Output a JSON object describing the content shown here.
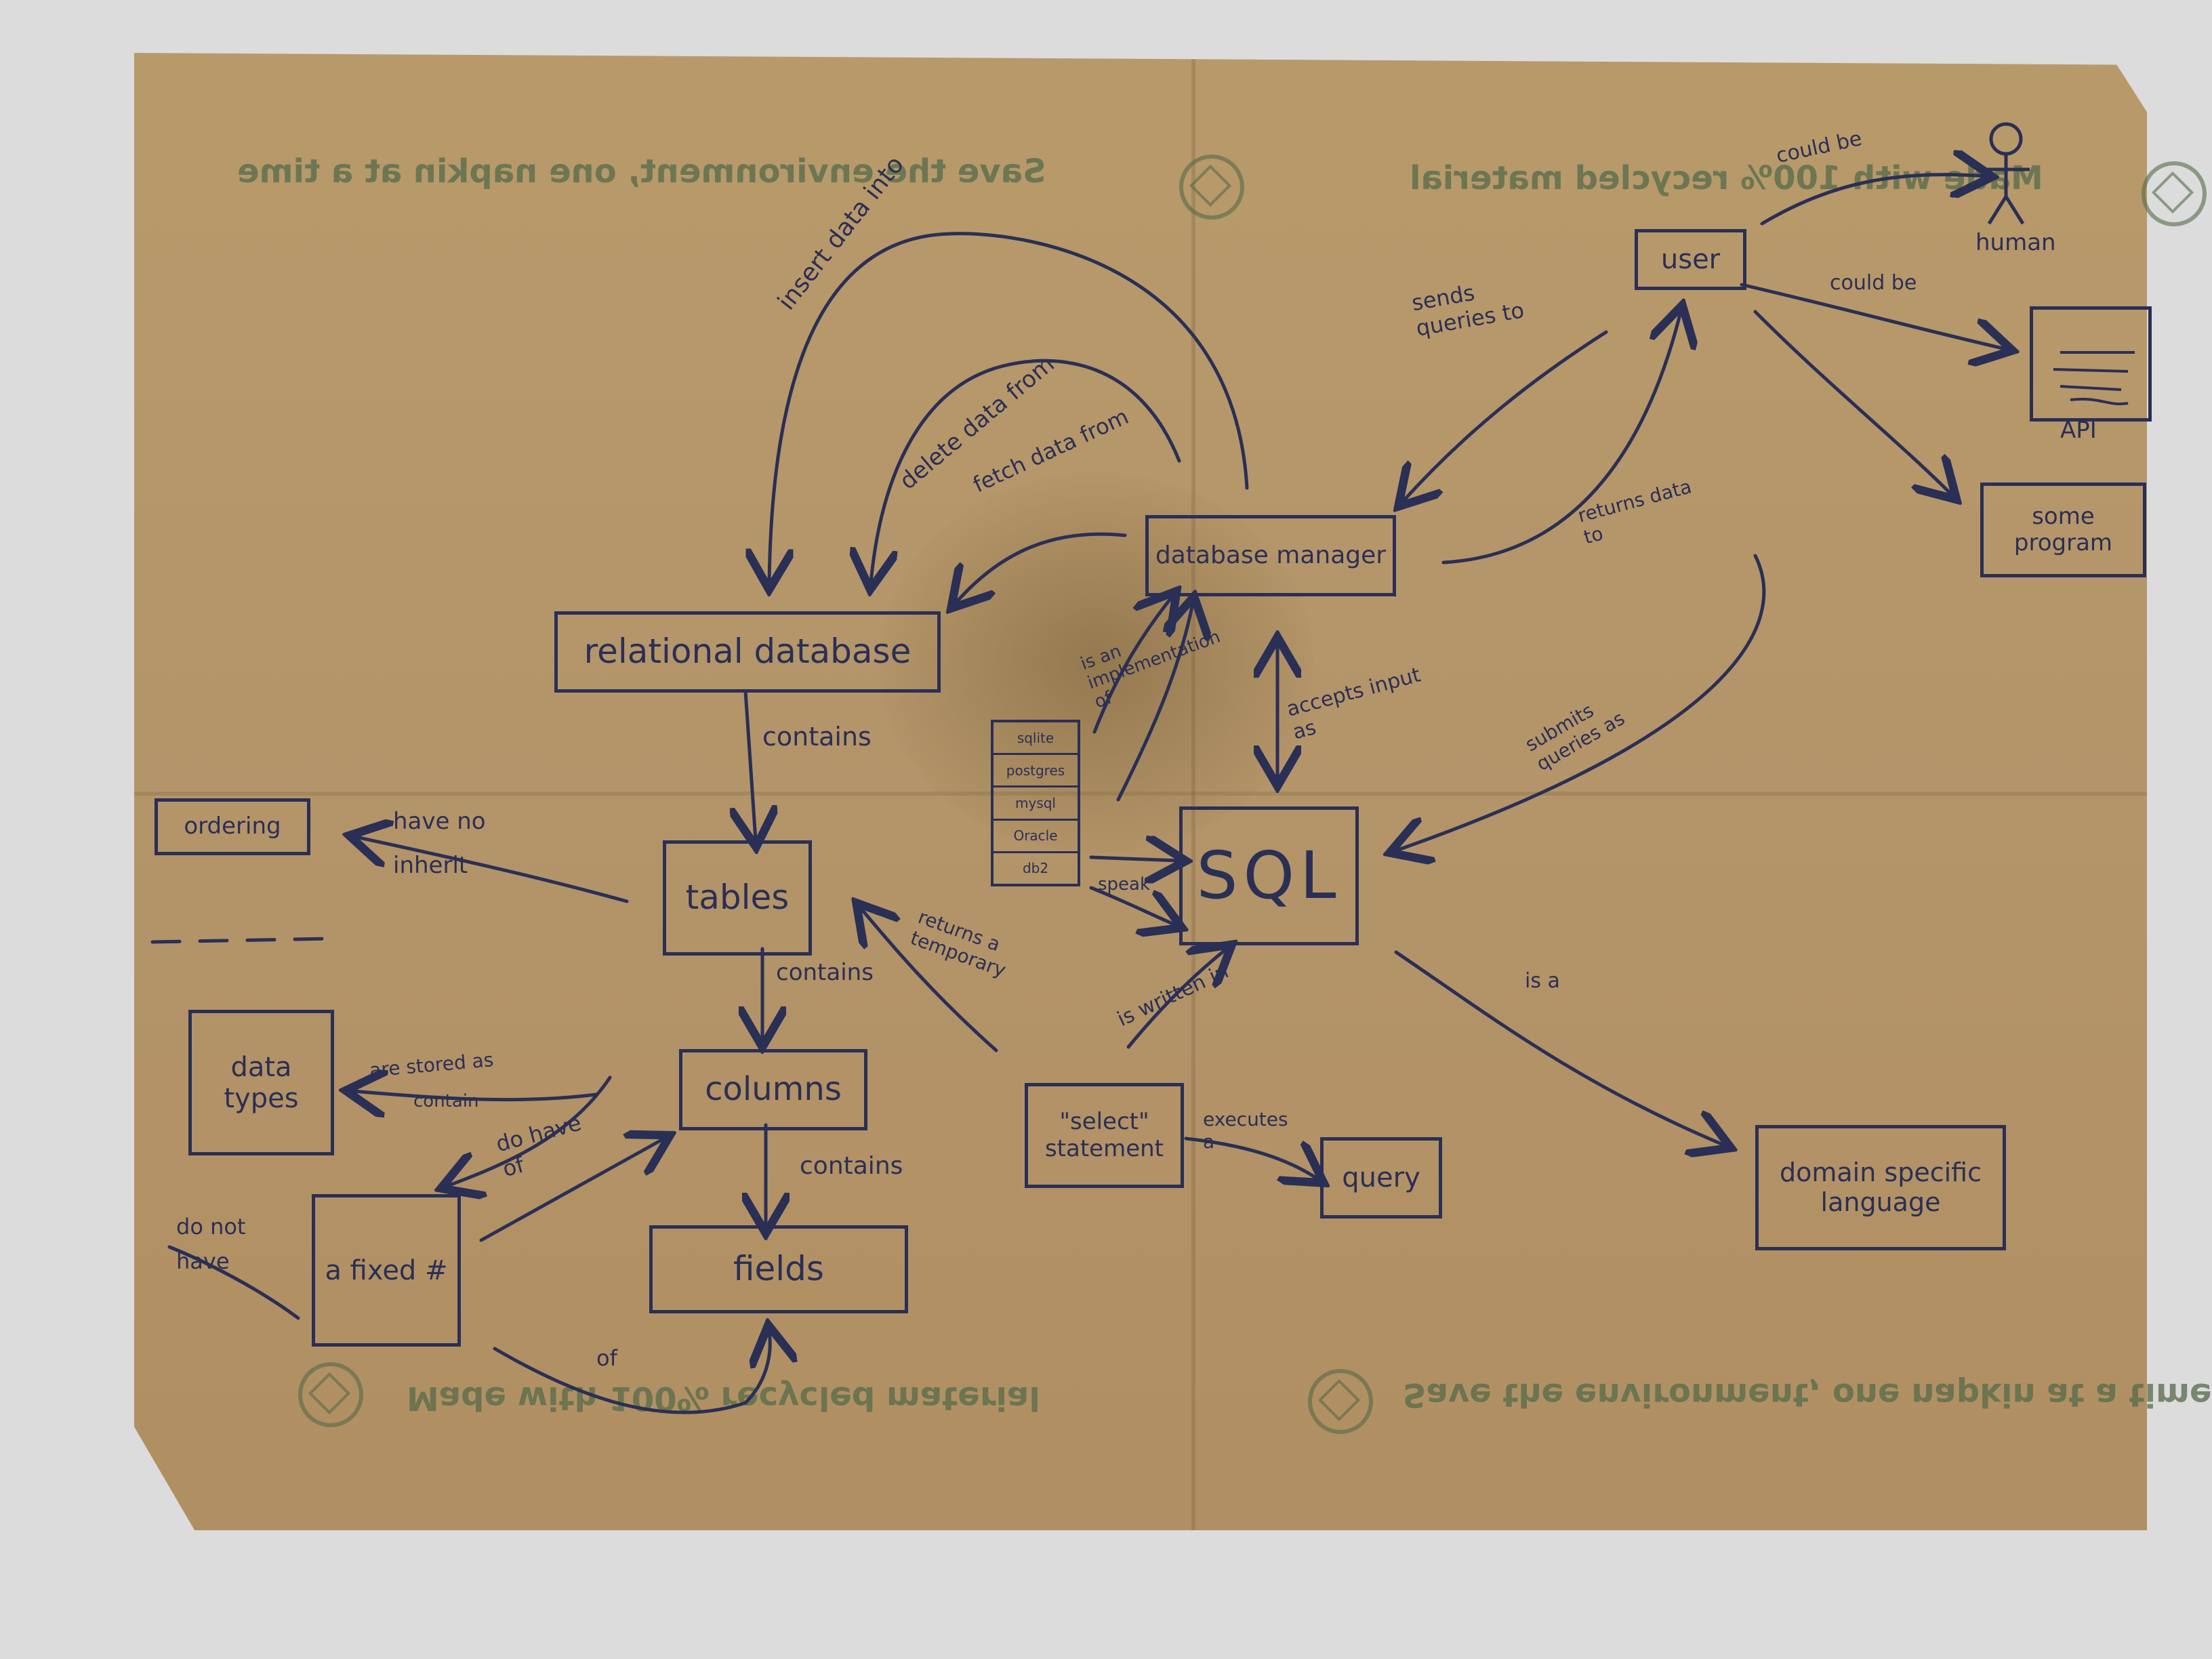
{
  "printed": {
    "top_left": "Save the environment, one napkin at a time",
    "top_right": "Made with 100% recycled material",
    "bottom_left": "Made with 100% recycled material",
    "bottom_right": "Save the environment, one napkin at a time"
  },
  "nodes": {
    "relational_database": "relational database",
    "tables": "tables",
    "columns": "columns",
    "fields": "fields",
    "ordering": "ordering",
    "data_types": "data types",
    "fixed_number": "a fixed #",
    "database_manager": "database manager",
    "sql": "SQL",
    "select_statement": "\"select\" statement",
    "query": "query",
    "domain_specific_language": "domain specific language",
    "user": "user",
    "human": "human",
    "api": "API",
    "some_program": "some program"
  },
  "db_list": [
    "sqlite",
    "postgres",
    "mysql",
    "Oracle",
    "db2"
  ],
  "edges": {
    "insert_data_into": "insert data into",
    "delete_data_from": "delete data from",
    "fetch_data_from": "fetch data from",
    "contains_rdb_tables": "contains",
    "contains_tables_columns": "contains",
    "contains_columns_fields": "contains",
    "have_no_inherit": "have no inherit",
    "are_stored_as": "are stored as",
    "contain": "contain",
    "do_have_of": "do have of",
    "do_not_have": "do not have",
    "of": "of",
    "returns_a_temporary": "returns a temporary",
    "is_an_implementation_of": "is an implementation of",
    "speak": "speak",
    "accepts_input_as": "accepts input as",
    "is_written_in": "is written in",
    "executes_a": "executes a",
    "is_a": "is a",
    "sends_queries_to": "sends queries to",
    "returns_data_to": "returns data to",
    "submits_queries_as": "submits queries as",
    "could_be_human": "could be",
    "could_be_api": "could be"
  }
}
